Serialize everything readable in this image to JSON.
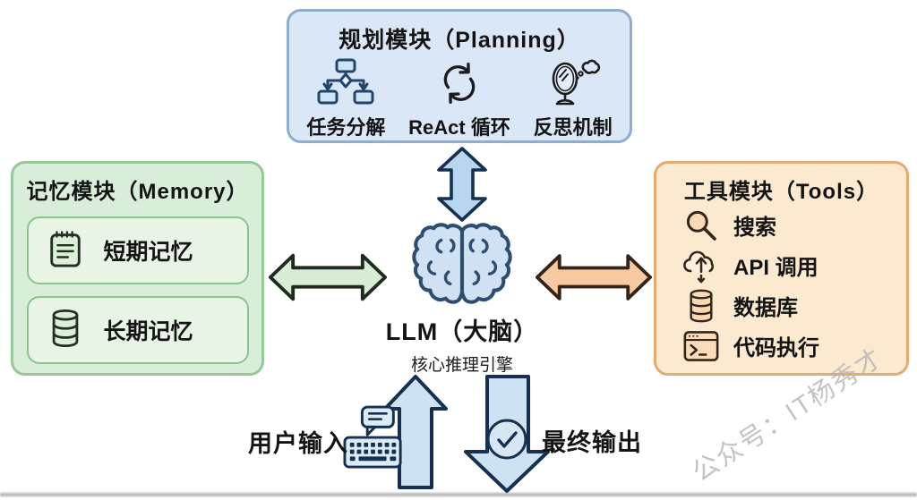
{
  "modules": {
    "planning": {
      "title": "规划模块（Planning）",
      "items": [
        {
          "label": "任务分解",
          "icon": "flowchart-icon"
        },
        {
          "label": "ReAct 循环",
          "icon": "cycle-icon"
        },
        {
          "label": "反思机制",
          "icon": "mirror-reflection-icon"
        }
      ]
    },
    "memory": {
      "title": "记忆模块（Memory）",
      "items": [
        {
          "label": "短期记忆",
          "icon": "notepad-icon"
        },
        {
          "label": "长期记忆",
          "icon": "database-icon"
        }
      ]
    },
    "tools": {
      "title": "工具模块（Tools）",
      "items": [
        {
          "label": "搜索",
          "icon": "search-icon"
        },
        {
          "label": "API 调用",
          "icon": "cloud-api-icon"
        },
        {
          "label": "数据库",
          "icon": "database-icon"
        },
        {
          "label": "代码执行",
          "icon": "terminal-icon"
        }
      ]
    },
    "core": {
      "title": "LLM（大脑）",
      "subtitle": "核心推理引擎",
      "icon": "brain-icon"
    }
  },
  "flows": {
    "input_label": "用户输入",
    "output_label": "最终输出"
  },
  "watermark": {
    "text": "公众号：IT杨秀才"
  },
  "colors": {
    "planning_bg": "#d9e7f6",
    "planning_border": "#8fadcd",
    "memory_bg": "#d9eed8",
    "memory_border": "#97c897",
    "memory_item_bg": "#e8f5e6",
    "tools_bg": "#fcead0",
    "tools_border": "#e5aa6f",
    "blue_arrow_fill": "#b8d6f0",
    "big_arrow_fill": "#cfe2f3",
    "green_arrow_fill": "#d7edd5",
    "orange_arrow_fill": "#f7c9a0",
    "outline_navy": "#1b3a5c",
    "text": "#141414",
    "watermark_gray": "#b5b5b5"
  }
}
